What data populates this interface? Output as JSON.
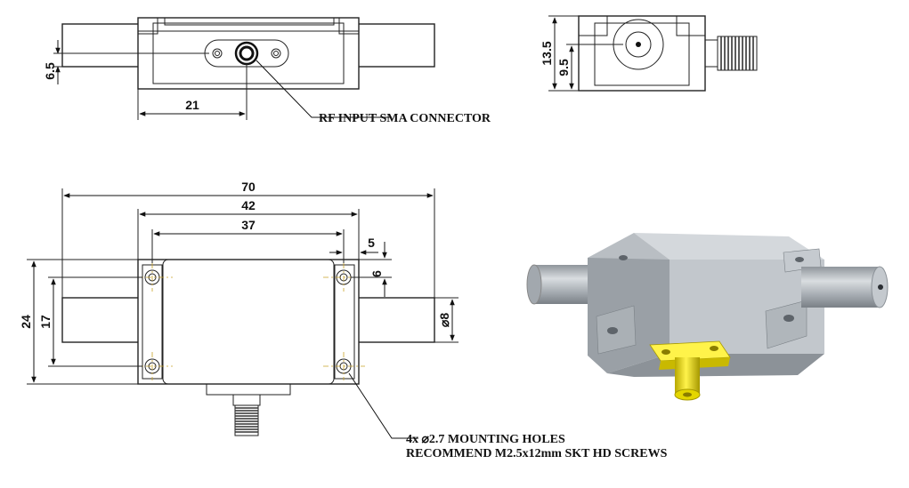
{
  "views": {
    "top": {
      "dims": {
        "height_offset": "6.5",
        "connector_offset": "21"
      },
      "callout": "RF INPUT SMA CONNECTOR"
    },
    "side": {
      "dims": {
        "body_height": "13.5",
        "axis_height": "9.5"
      }
    },
    "front": {
      "dims": {
        "overall_length": "70",
        "hole_pitch_outer": "42",
        "hole_pitch_inner": "37",
        "hole_edge_x": "5",
        "hole_edge_y": "6",
        "overall_height": "24",
        "hole_pitch_vertical": "17",
        "shaft_diameter": "⌀8"
      },
      "callout_line1": "4x ⌀2.7 MOUNTING HOLES",
      "callout_line2": "RECOMMEND M2.5x12mm SKT HD SCREWS"
    },
    "iso": {
      "colors": {
        "body": "#c8ccd0",
        "shade": "#8c9298",
        "connector": "#e6d200"
      }
    }
  }
}
